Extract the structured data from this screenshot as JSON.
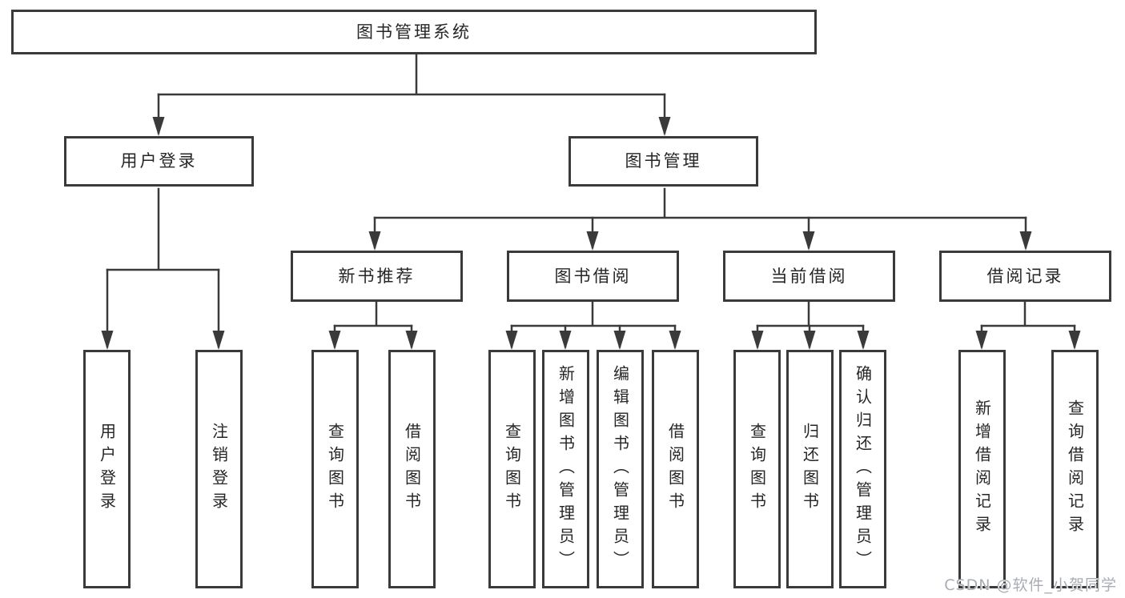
{
  "diagram": {
    "title": "图书管理系统",
    "level2": [
      {
        "label": "用户登录"
      },
      {
        "label": "图书管理"
      }
    ],
    "level3": [
      {
        "label": "新书推荐"
      },
      {
        "label": "图书借阅"
      },
      {
        "label": "当前借阅"
      },
      {
        "label": "借阅记录"
      }
    ],
    "leaves": [
      {
        "label": "用户登录"
      },
      {
        "label": "注销登录"
      },
      {
        "label": "查询图书"
      },
      {
        "label": "借阅图书"
      },
      {
        "label": "查询图书"
      },
      {
        "label": "新增图书（管理员）"
      },
      {
        "label": "编辑图书（管理员）"
      },
      {
        "label": "借阅图书"
      },
      {
        "label": "查询图书"
      },
      {
        "label": "归还图书"
      },
      {
        "label": "确认归还（管理员）"
      },
      {
        "label": "新增借阅记录"
      },
      {
        "label": "查询借阅记录"
      }
    ],
    "watermark": "CSDN @软件_小贺同学",
    "colors": {
      "line": "#3a3a3a",
      "text": "#262626",
      "watermark": "#a9adb3",
      "background": "#ffffff"
    }
  }
}
